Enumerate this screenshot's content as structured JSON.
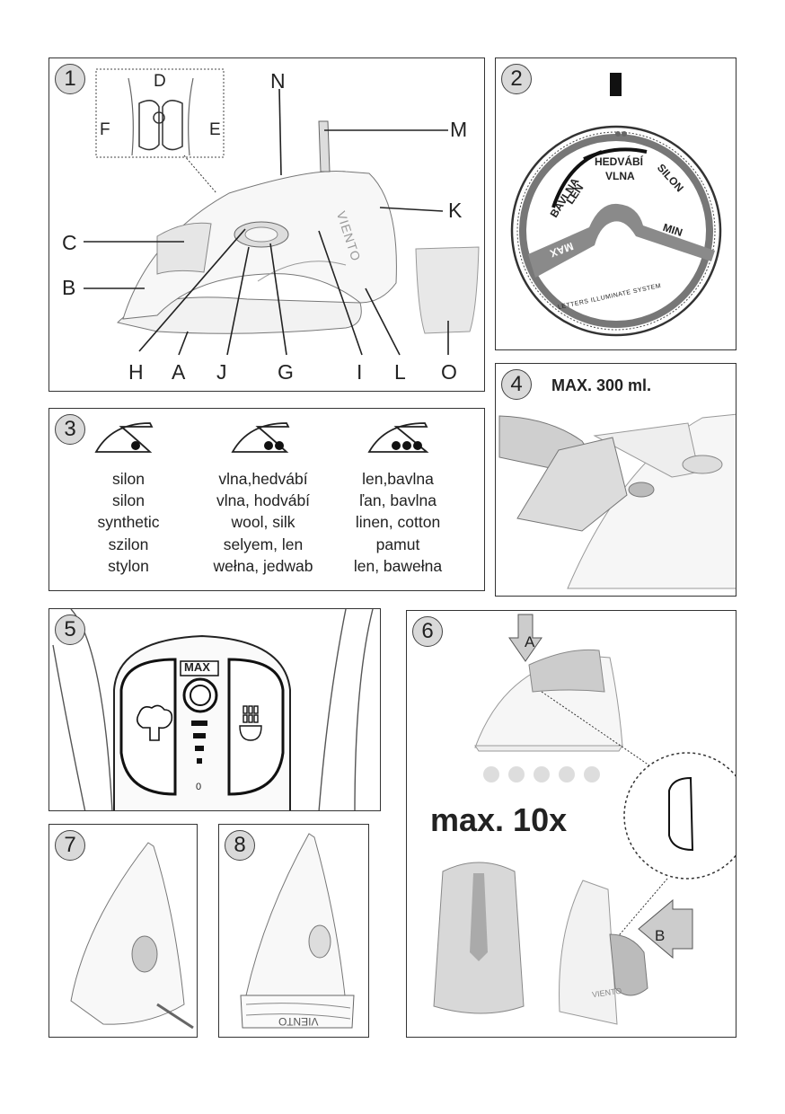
{
  "panels": {
    "p1": {
      "number": "1",
      "labels": {
        "A": "A",
        "B": "B",
        "C": "C",
        "D": "D",
        "E": "E",
        "F": "F",
        "G": "G",
        "H": "H",
        "I": "I",
        "J": "J",
        "K": "K",
        "L": "L",
        "M": "M",
        "N": "N",
        "O": "O"
      },
      "brand": "VIENTO"
    },
    "p2": {
      "number": "2",
      "dial_labels": {
        "bavlna": "BAVLNA",
        "len": "LEN",
        "hedvabi": "HEDVÁBÍ",
        "vlna": "VLNA",
        "silon": "SILON",
        "min": "MIN",
        "max": "MAX",
        "system": "LETTERS ILLUMINATE SYSTEM"
      }
    },
    "p3": {
      "number": "3",
      "columns": [
        {
          "lines": [
            "silon",
            "silon",
            "synthetic",
            "szilon",
            "stylon"
          ]
        },
        {
          "lines": [
            "vlna,hedvábí",
            "vlna, hodvábí",
            "wool, silk",
            "selyem, len",
            "wełna, jedwab"
          ]
        },
        {
          "lines": [
            "len,bavlna",
            "ľan, bavlna",
            "linen, cotton",
            "pamut",
            "len, bawełna"
          ]
        }
      ]
    },
    "p4": {
      "number": "4",
      "capacity": "MAX. 300 ml."
    },
    "p5": {
      "number": "5",
      "max_label": "MAX",
      "zero_label": "0"
    },
    "p6": {
      "number": "6",
      "arrow_a": "A",
      "arrow_b": "B",
      "repeat": "max. 10x",
      "brand": "VIENTO"
    },
    "p7": {
      "number": "7"
    },
    "p8": {
      "number": "8",
      "brand": "VIENTO"
    }
  }
}
